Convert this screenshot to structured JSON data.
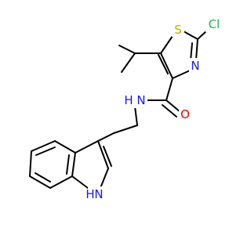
{
  "molecule": {
    "atoms": {
      "S": {
        "label": "S",
        "color": "#c8a800"
      },
      "Cl": {
        "label": "Cl",
        "color": "#22b14c"
      },
      "N_ring": {
        "label": "N",
        "color": "#1a1adb"
      },
      "N_amide": {
        "label": "N",
        "color": "#1a1adb"
      },
      "H_amide": {
        "label": "H",
        "color": "#1a1adb"
      },
      "O": {
        "label": "O",
        "color": "#e60000"
      },
      "N_indole": {
        "label": "N",
        "color": "#1a1adb"
      },
      "H_indole": {
        "label": "H",
        "color": "#1a1adb"
      }
    },
    "bond_color": "#000000",
    "background": "#ffffff"
  }
}
